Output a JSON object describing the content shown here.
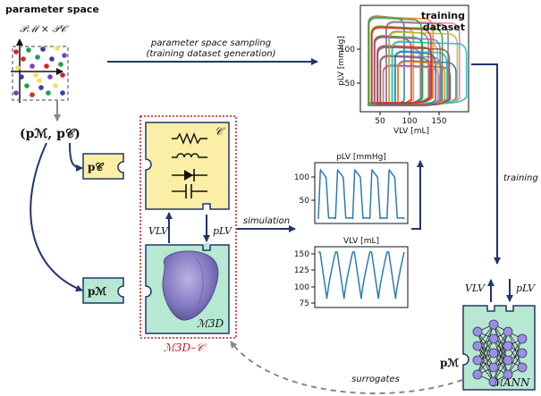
{
  "param_space": {
    "title": "parameter space",
    "product": "𝒫ℳ × 𝒫𝒞"
  },
  "params_pair": "(𝐩ℳ, 𝐩𝒞)",
  "p_circ_label": "𝐩𝒞",
  "p_model_label": "𝐩ℳ",
  "circ_label": "𝒞",
  "model3d_label": "ℳ3D",
  "coupled_label": "ℳ3D–𝒞",
  "vlv_label": "VLV",
  "plv_label": "pLV",
  "arrows": {
    "sampling_1": "parameter space sampling",
    "sampling_2": "(training dataset generation)",
    "simulation": "simulation",
    "training": "training",
    "surrogates": "surrogates"
  },
  "training_plot": {
    "title_1": "training",
    "title_2": "dataset",
    "ylabel": "pLV [mmHg]",
    "xlabel": "VLV [mL]",
    "yticks": [
      "50",
      "100"
    ],
    "xticks": [
      "50",
      "100",
      "150"
    ]
  },
  "pressure_plot": {
    "title": "pLV [mmHg]",
    "yticks": [
      "100",
      "50"
    ]
  },
  "volume_plot": {
    "title": "VLV [mL]",
    "yticks": [
      "150",
      "125",
      "100",
      "75"
    ]
  },
  "ann": {
    "p_label": "𝐩ℳ",
    "out_label": "ℳANN",
    "vlv": "VLV",
    "plv": "pLV"
  },
  "colors": {
    "navy": "#22356b",
    "line_blue": "#2a7ab8",
    "yellow_box": "#fbeea6",
    "green_box": "#b6e8d2",
    "red_dotted": "#c21a1a",
    "node_purple": "#9d8fe0"
  }
}
